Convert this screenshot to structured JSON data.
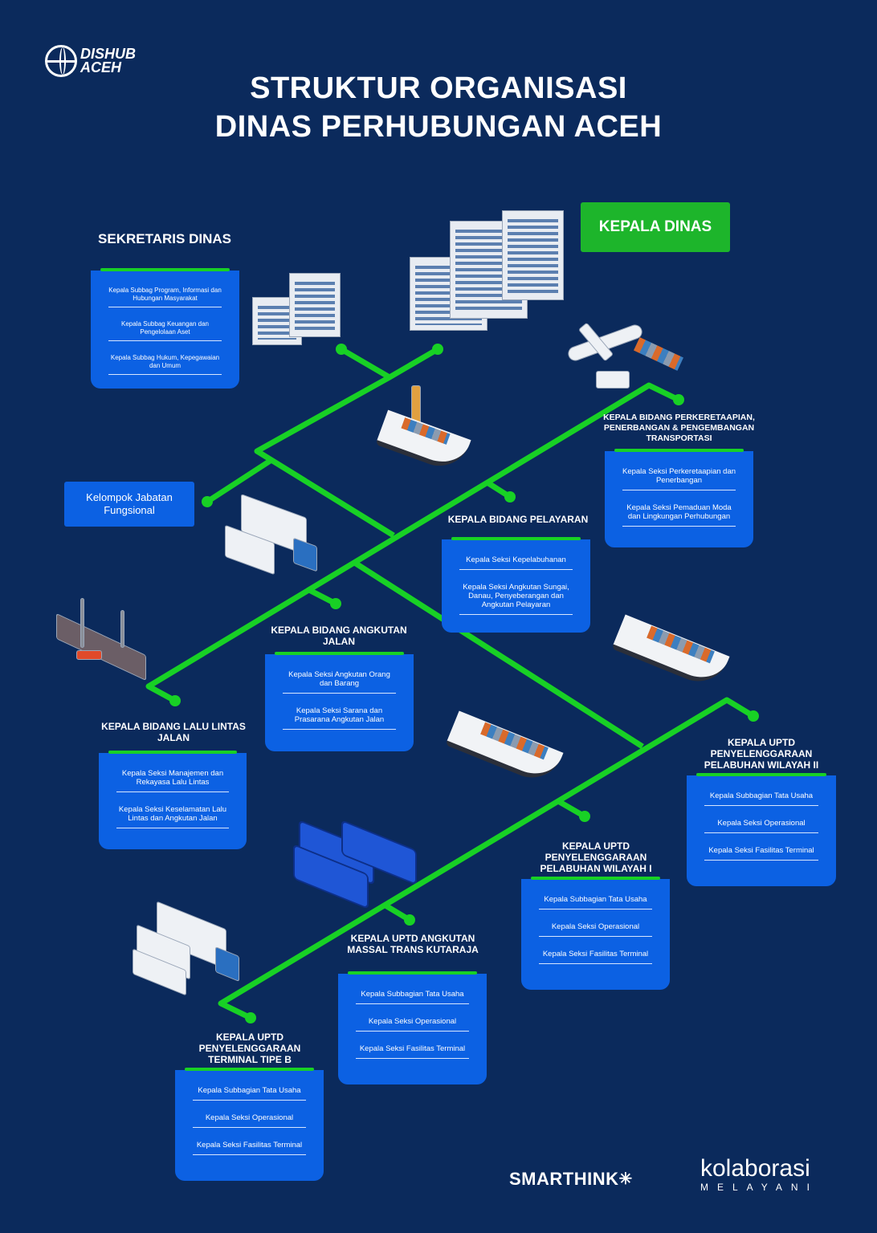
{
  "logo": {
    "text_line1": "DISHUB",
    "text_line2": "ACEH"
  },
  "header": {
    "title_line1": "STRUKTUR ORGANISASI",
    "title_line2": "DINAS PERHUBUNGAN ACEH"
  },
  "kepala_dinas": "KEPALA DINAS",
  "kelompok_jabatan": "Kelompok Jabatan Fungsional",
  "colors": {
    "background": "#0b2a5c",
    "box": "#0c61e3",
    "line": "#18d125",
    "kepala_dinas": "#1db52b"
  },
  "units": [
    {
      "title": "SEKRETARIS DINAS",
      "items": [
        "Kepala Subbag Program, Informasi dan Hubungan Masyarakat",
        "Kepala Subbag Keuangan dan Pengelolaan Aset",
        "Kepala Subbag Hukum, Kepegawaian dan Umum"
      ]
    },
    {
      "title": "KEPALA BIDANG PERKERETAAPIAN, PENERBANGAN & PENGEMBANGAN TRANSPORTASI",
      "items": [
        "Kepala Seksi Perkeretaapian dan Penerbangan",
        "Kepala Seksi Pemaduan Moda dan Lingkungan Perhubungan"
      ]
    },
    {
      "title": "KEPALA BIDANG PELAYARAN",
      "items": [
        "Kepala Seksi Kepelabuhanan",
        "Kepala Seksi Angkutan Sungai, Danau, Penyeberangan dan Angkutan Pelayaran"
      ]
    },
    {
      "title": "KEPALA BIDANG ANGKUTAN JALAN",
      "items": [
        "Kepala Seksi Angkutan Orang dan Barang",
        "Kepala Seksi Sarana dan Prasarana Angkutan Jalan"
      ]
    },
    {
      "title": "KEPALA BIDANG LALU LINTAS JALAN",
      "items": [
        "Kepala Seksi Manajemen dan Rekayasa Lalu Lintas",
        "Kepala Seksi Keselamatan Lalu Lintas dan Angkutan Jalan"
      ]
    },
    {
      "title": "KEPALA UPTD PENYELENGGARAAN PELABUHAN WILAYAH II",
      "items": [
        "Kepala Subbagian Tata Usaha",
        "Kepala Seksi Operasional",
        "Kepala Seksi Fasilitas Terminal"
      ]
    },
    {
      "title": "KEPALA UPTD PENYELENGGARAAN PELABUHAN WILAYAH I",
      "items": [
        "Kepala Subbagian Tata Usaha",
        "Kepala Seksi Operasional",
        "Kepala Seksi Fasilitas Terminal"
      ]
    },
    {
      "title": "KEPALA UPTD ANGKUTAN MASSAL TRANS KUTARAJA",
      "items": [
        "Kepala Subbagian Tata Usaha",
        "Kepala Seksi Operasional",
        "Kepala Seksi Fasilitas Terminal"
      ]
    },
    {
      "title": "KEPALA UPTD PENYELENGGARAAN TERMINAL TIPE B",
      "items": [
        "Kepala Subbagian Tata Usaha",
        "Kepala Seksi Operasional",
        "Kepala Seksi Fasilitas Terminal"
      ]
    }
  ],
  "footer": {
    "smarthink": "SMARTHINK",
    "kolaborasi": "kolaborasi",
    "melayani": "MELAYANI"
  }
}
